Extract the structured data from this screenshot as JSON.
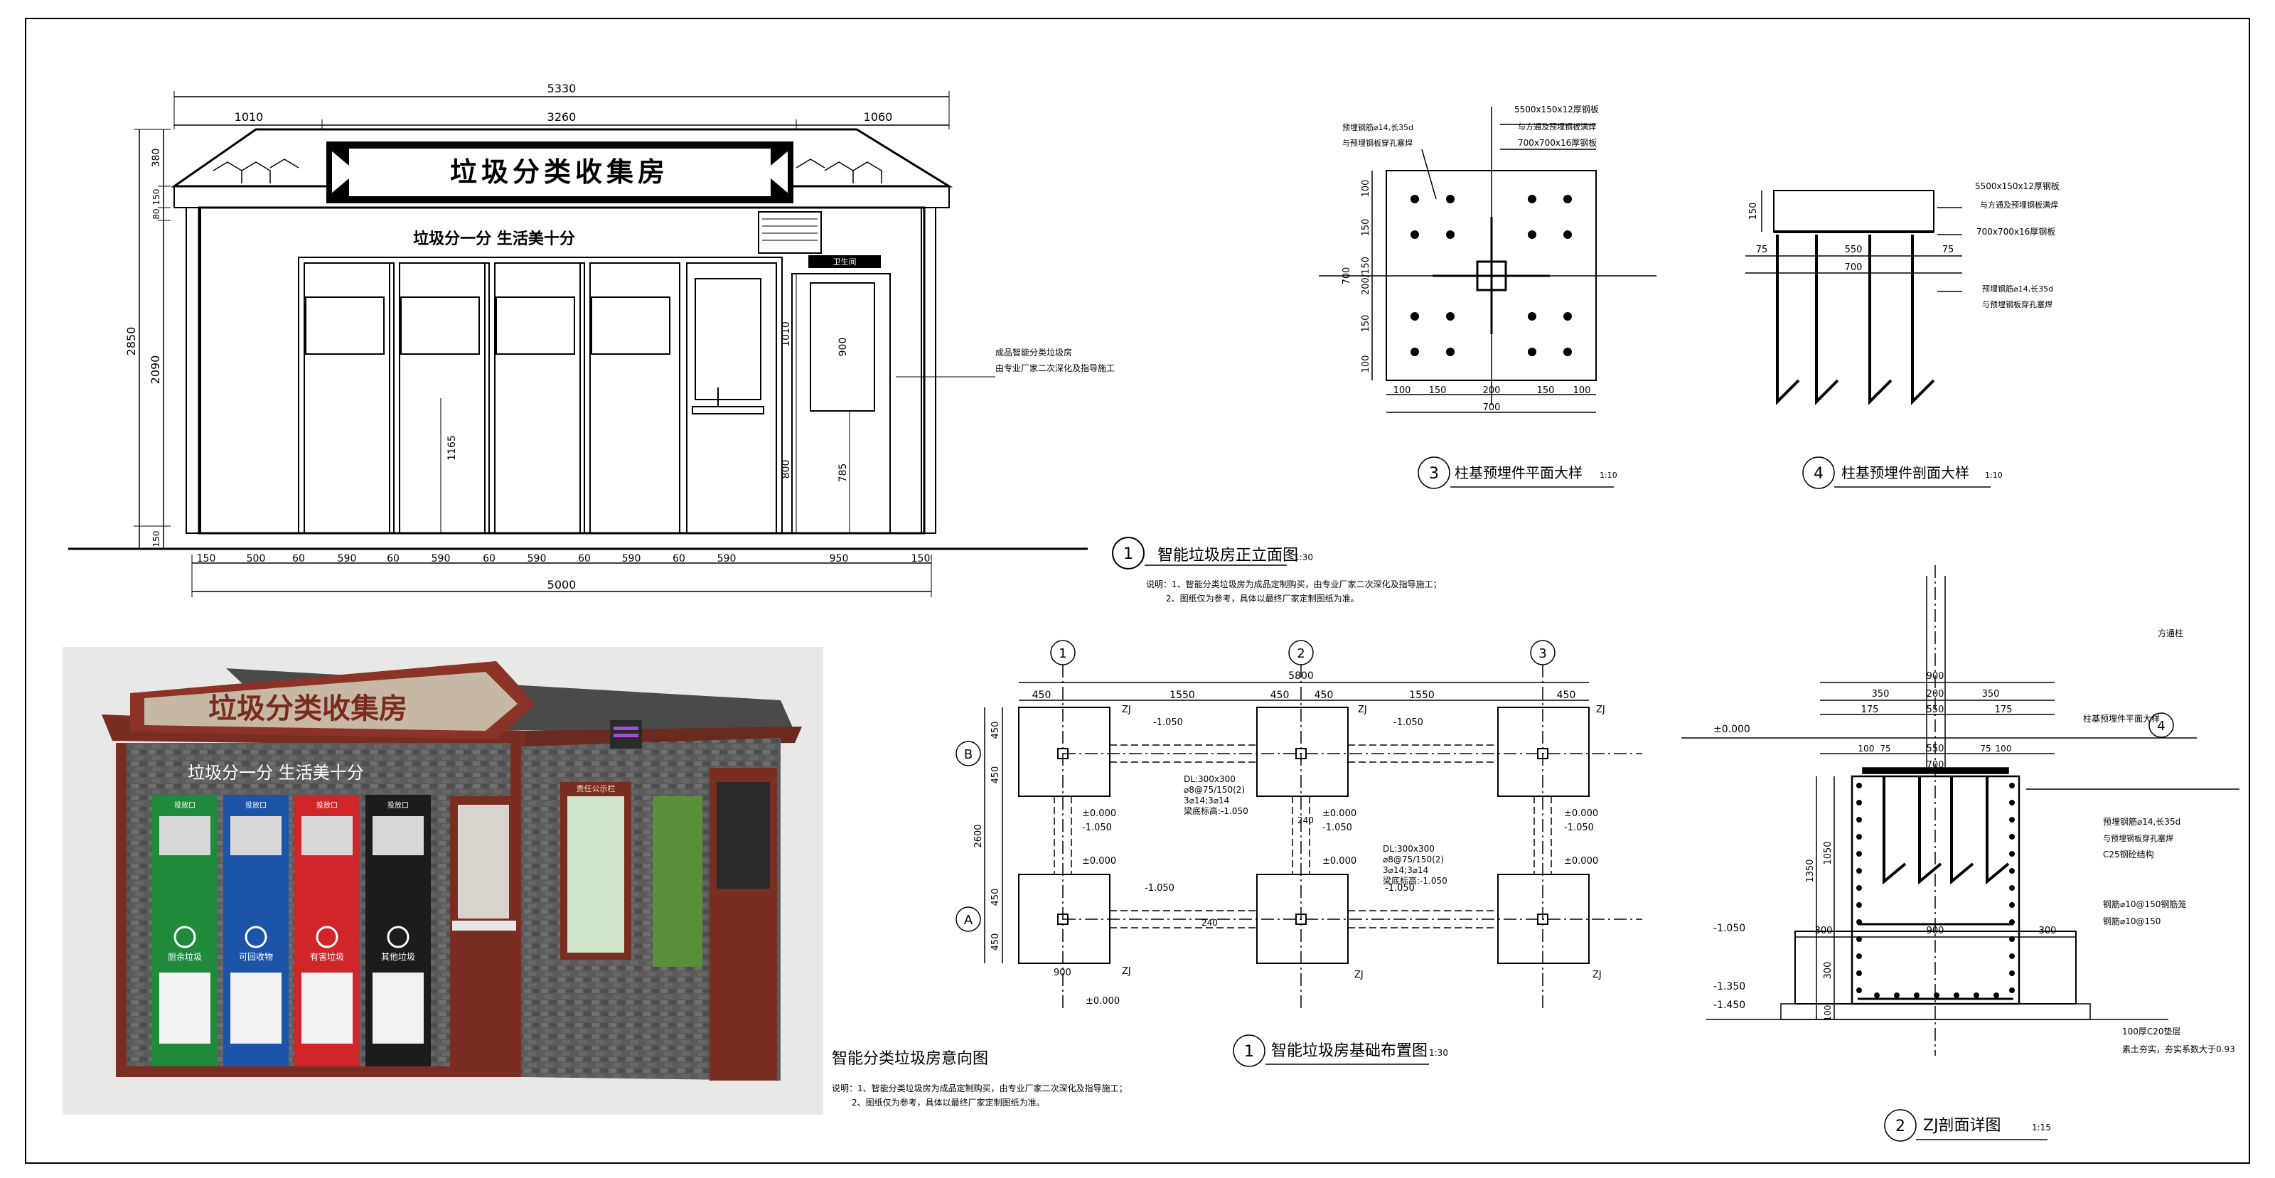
{
  "elevation": {
    "sign_title": "垃圾分类收集房",
    "slogan": "垃圾分一分   生活美十分",
    "dims_top": {
      "total": "5330",
      "left": "1010",
      "mid": "3260",
      "right": "1060"
    },
    "dims_left": {
      "total": "2850",
      "d2090": "2090",
      "d380": "380",
      "d150a": "150",
      "d80": "80",
      "d150b": "150"
    },
    "dims_bottom": [
      "150",
      "500",
      "60",
      "590",
      "60",
      "590",
      "60",
      "590",
      "60",
      "590",
      "60",
      "590",
      "950",
      "150"
    ],
    "dim_bottom_total": "5000",
    "inner_dims": {
      "h1165": "1165",
      "h1010": "1010",
      "h800": "800",
      "h900": "900",
      "h785": "785"
    },
    "door_sign": "卫生间",
    "note": [
      "成品智能分类垃圾房",
      "由专业厂家二次深化及指导施工"
    ],
    "caption": {
      "num": "1",
      "text": "智能垃圾房正立面图",
      "scale": "1:30"
    },
    "remarks": [
      "说明：1、智能分类垃圾房为成品定制购买，由专业厂家二次深化及指导施工；",
      "2、图纸仅为参考，具体以最终厂家定制图纸为准。"
    ]
  },
  "render": {
    "sign_title": "垃圾分类收集房",
    "slogan": "垃圾分一分   生活美十分",
    "bins": [
      {
        "color": "#1f8a3a",
        "label": "厨余垃圾",
        "top": "投放口"
      },
      {
        "color": "#1c55a8",
        "label": "可回收物",
        "top": "投放口"
      },
      {
        "color": "#d0262a",
        "label": "有害垃圾",
        "top": "投放口"
      },
      {
        "color": "#1c1c1c",
        "label": "其他垃圾",
        "top": "投放口"
      }
    ],
    "board_title": "责任公示栏",
    "caption": "智能分类垃圾房意向图",
    "remarks": [
      "说明：1、智能分类垃圾房为成品定制购买，由专业厂家二次深化及指导施工；",
      "2、图纸仅为参考，具体以最终厂家定制图纸为准。"
    ]
  },
  "plan_embed": {
    "labels": {
      "top_plate": "5500x150x12厚钢板",
      "top_plate_note": "与方通及预埋钢板满焊",
      "bottom_plate": "700x700x16厚钢板",
      "bar": "预埋钢筋⌀14,长35d",
      "bar_note": "与预埋钢板穿孔塞焊"
    },
    "dims_v": [
      "100",
      "150",
      "200/150",
      "150",
      "100"
    ],
    "dim_v_total": "700",
    "dims_h": [
      "100",
      "150",
      "200",
      "150",
      "100"
    ],
    "dim_h_total": "700",
    "caption": {
      "num": "3",
      "text": "柱基预埋件平面大样",
      "scale": "1:10"
    }
  },
  "section_embed": {
    "labels": {
      "top_plate": "5500x150x12厚钢板",
      "top_plate_note": "与方通及预埋钢板满焊",
      "bottom_plate": "700x700x16厚钢板",
      "bar": "预埋钢筋⌀14,长35d",
      "bar_note": "与预埋钢板穿孔塞焊"
    },
    "dim_h": "150",
    "dims_w": [
      "75",
      "550",
      "75"
    ],
    "dim_w_total": "700",
    "caption": {
      "num": "4",
      "text": "柱基预埋件剖面大样",
      "scale": "1:10"
    }
  },
  "foundation": {
    "axes_x": [
      "1",
      "2",
      "3"
    ],
    "axes_y": [
      "B",
      "A"
    ],
    "dims_top": [
      "450",
      "1550",
      "450",
      "450",
      "1550",
      "450"
    ],
    "dim_top_total": "5800",
    "dims_left": [
      "450",
      "450",
      "2600",
      "450",
      "450"
    ],
    "zj": "ZJ",
    "levels": {
      "l1050": "-1.050",
      "l0": "±0.000"
    },
    "beam": {
      "dl": "DL:300x300",
      "s1": "⌀8@75/150(2)",
      "s2": "3⌀14;3⌀14",
      "s3": "梁底标高:-1.050"
    },
    "dims_misc": {
      "d240": "240",
      "d900": "900"
    },
    "caption": {
      "num": "1",
      "text": "智能垃圾房基础布置图",
      "scale": "1:30"
    }
  },
  "zj_detail": {
    "labels": {
      "column": "方通柱",
      "ref": "柱基预埋件平面大样",
      "ref_num": "4",
      "bar": "预埋钢筋⌀14,长35d",
      "bar_note": "与预埋钢板穿孔塞焊",
      "concrete": "C25钢砼结构",
      "rebar1": "钢筋⌀10@150钢筋笼",
      "rebar2": "钢筋⌀10@150",
      "cushion": "100厚C20垫层",
      "soil": "素土夯实，夯实系数大于0.93"
    },
    "dims_top": [
      "900",
      "350",
      "200",
      "350",
      "175",
      "550",
      "175",
      "100",
      "75",
      "550",
      "75",
      "100",
      "700"
    ],
    "dims_v": [
      "1350",
      "1050",
      "300",
      "100"
    ],
    "dims_bottom": [
      "300",
      "900",
      "300"
    ],
    "levels": {
      "l0": "±0.000",
      "l1050": "-1.050",
      "l1350": "-1.350",
      "l1450": "-1.450"
    },
    "caption": {
      "num": "2",
      "text": "ZJ剖面详图",
      "scale": "1:15"
    }
  }
}
